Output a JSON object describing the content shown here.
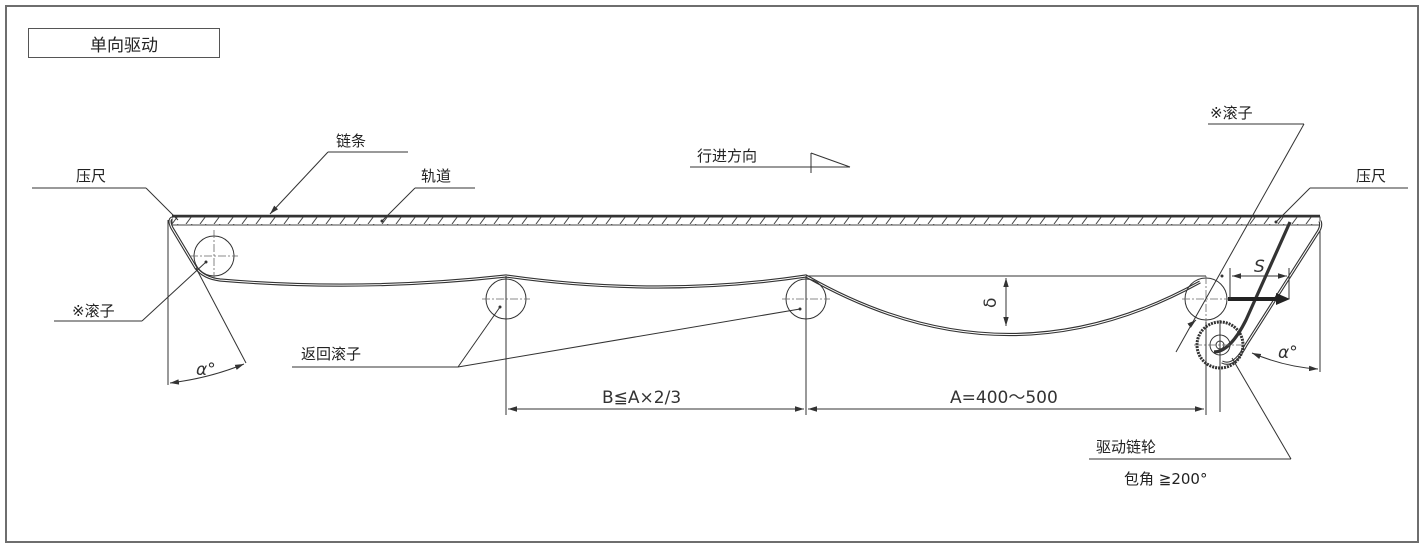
{
  "title": "单向驱动",
  "labels": {
    "chain": "链条",
    "track": "轨道",
    "pressure_bar_left": "压尺",
    "pressure_bar_right": "压尺",
    "roller_left": "※滚子",
    "roller_right": "※滚子",
    "return_roller": "返回滚子",
    "direction": "行进方向",
    "drive_sprocket": "驱动链轮",
    "wrap_angle": "包角 ≧200°"
  },
  "dimensions": {
    "b_spacing": "B≦A×2/3",
    "a_spacing": "A=400～500",
    "sag": "δ",
    "s_offset": "S",
    "angle_left": "α°",
    "angle_right": "α°"
  },
  "colors": {
    "line": "#333333",
    "frame": "#6e6e6e",
    "background": "#ffffff"
  }
}
